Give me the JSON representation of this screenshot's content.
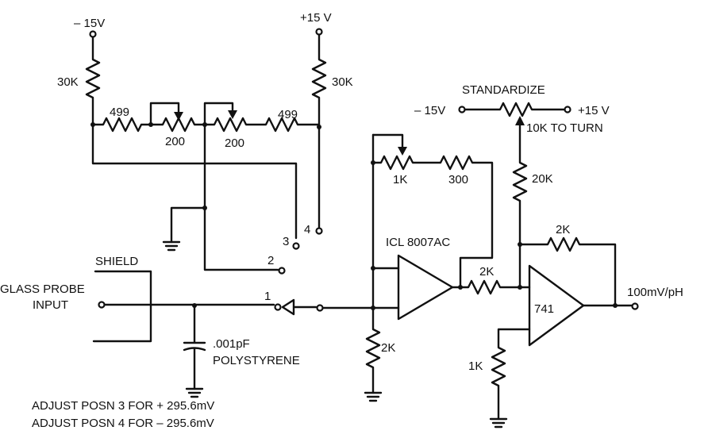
{
  "supplies": {
    "neg": "– 15V",
    "pos": "+15 V"
  },
  "divider": {
    "r_top_left": "30K",
    "r_top_right": "30K",
    "r_left": "499",
    "r_right": "499",
    "pot_left": "200",
    "pot_right": "200"
  },
  "switch": {
    "pos1": "1",
    "pos2": "2",
    "pos3": "3",
    "pos4": "4"
  },
  "input": {
    "label_line1": "GLASS PROBE",
    "label_line2": "INPUT",
    "shield": "SHIELD"
  },
  "capacitor": {
    "value": ".001pF",
    "type": "POLYSTYRENE"
  },
  "amp1": {
    "name": "ICL 8007AC",
    "pot": "1K",
    "r_series": "300",
    "r_ground": "2K"
  },
  "standardize": {
    "title": "STANDARDIZE",
    "neg": "– 15V",
    "pos": "+15 V",
    "pot": "10K TO TURN",
    "r_series": "20K"
  },
  "amp2": {
    "name": "741",
    "r_in": "2K",
    "r_feedback": "2K",
    "r_ground": "1K",
    "output": "100mV/pH"
  },
  "notes": [
    "ADJUST POSN 3 FOR + 295.6mV",
    "ADJUST POSN 4 FOR – 295.6mV"
  ]
}
